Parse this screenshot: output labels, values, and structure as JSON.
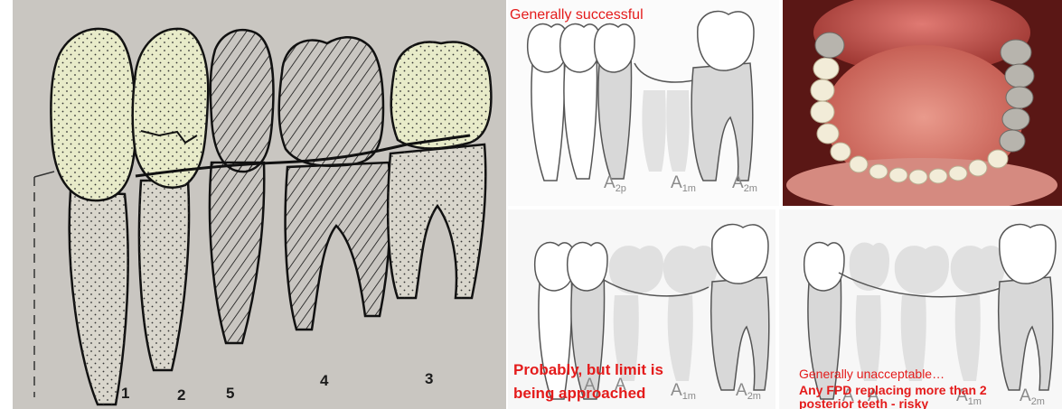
{
  "left_drawing": {
    "tooth_numbers": [
      "1",
      "2",
      "5",
      "4",
      "3"
    ]
  },
  "top_middle": {
    "caption": "Generally successful",
    "labels": [
      {
        "main": "A",
        "sub": "2p"
      },
      {
        "main": "A",
        "sub": "1m"
      },
      {
        "main": "A",
        "sub": "2m"
      }
    ]
  },
  "bottom_middle": {
    "caption_line1": "Probably, but limit is",
    "caption_line2": "being approached",
    "labels": [
      {
        "main": "A",
        "sub": ""
      },
      {
        "main": "A",
        "sub": ""
      },
      {
        "main": "A",
        "sub": "1m"
      },
      {
        "main": "A",
        "sub": "2m"
      }
    ]
  },
  "bottom_right": {
    "caption_line1": "Generally unacceptable…",
    "caption_line2": "Any FPD replacing more than 2",
    "caption_line3": "posterior teeth - risky",
    "labels": [
      {
        "main": "A",
        "sub": ""
      },
      {
        "main": "A",
        "sub": ""
      },
      {
        "main": "A",
        "sub": "1m"
      },
      {
        "main": "A",
        "sub": "2m"
      }
    ]
  },
  "colors": {
    "caption_red": "#e41b1b",
    "crown_fill": "#e8ebc9",
    "page_grey": "#c9c6c1"
  }
}
